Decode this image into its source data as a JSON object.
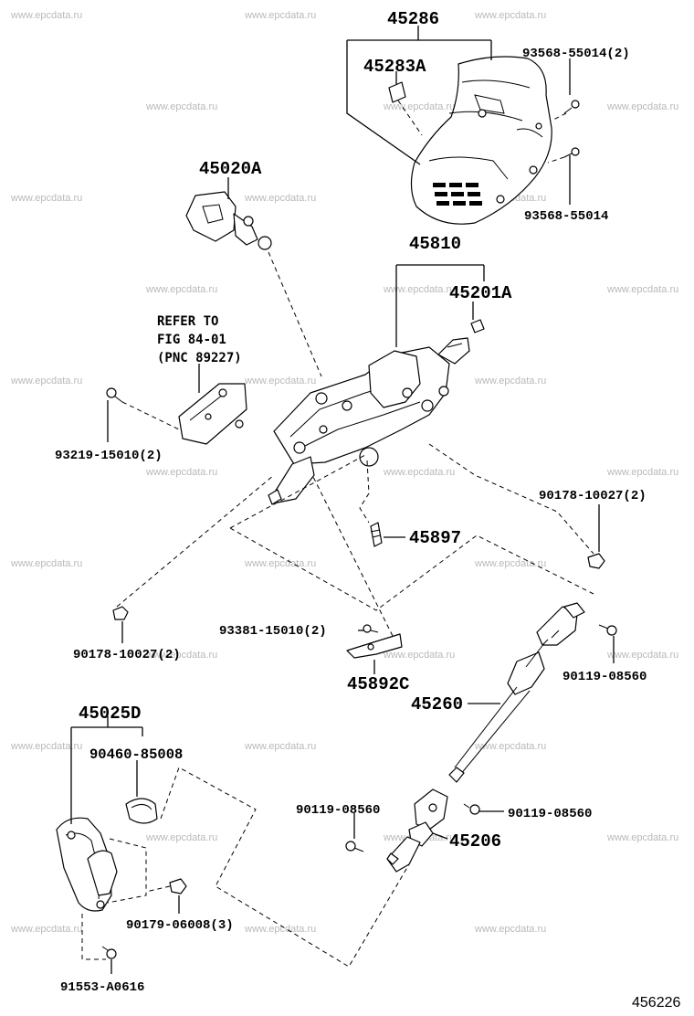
{
  "watermark": "www.epcdata.ru",
  "figure_id": "456226",
  "labels": {
    "p45286": "45286",
    "p45283A": "45283A",
    "p93568_55014_2": "93568-55014(2)",
    "p93568_55014": "93568-55014",
    "p45020A": "45020A",
    "p45810": "45810",
    "p45201A": "45201A",
    "refer_line1": "REFER TO",
    "refer_line2": "FIG 84-01",
    "refer_line3": "(PNC 89227)",
    "p93219_15010_2": "93219-15010(2)",
    "p90178_10027_2_right": "90178-10027(2)",
    "p45897": "45897",
    "p90178_10027_2_left": "90178-10027(2)",
    "p93381_15010_2": "93381-15010(2)",
    "p45892C": "45892C",
    "p90119_08560_top": "90119-08560",
    "p45260": "45260",
    "p45025D": "45025D",
    "p90460_85008": "90460-85008",
    "p90119_08560_mid_left": "90119-08560",
    "p90119_08560_mid_right": "90119-08560",
    "p45206": "45206",
    "p90179_06008_3": "90179-06008(3)",
    "p91553_A0616": "91553-A0616"
  }
}
